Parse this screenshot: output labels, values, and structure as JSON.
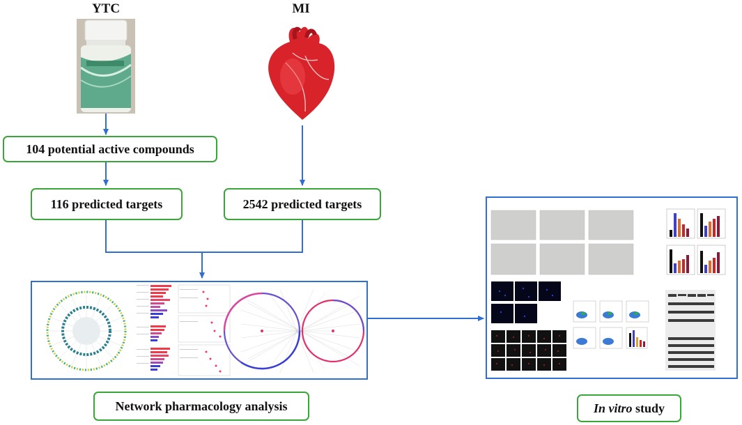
{
  "labels": {
    "ytc": "YTC",
    "mi": "MI",
    "compounds": "104 potential active compounds",
    "ytc_targets": "116 predicted targets",
    "mi_targets": "2542 predicted targets",
    "network_label": "Network pharmacology analysis",
    "invitro_label_italic": "In vitro",
    "invitro_label_rest": " study"
  },
  "colors": {
    "box_border": "#3aa638",
    "arrow": "#2f6fd1",
    "heart": "#d9232a",
    "bar_red": "#f03a4a",
    "bar_blue": "#3b3fd6"
  },
  "icons": [
    "medicine-bottle-icon",
    "heart-icon"
  ]
}
